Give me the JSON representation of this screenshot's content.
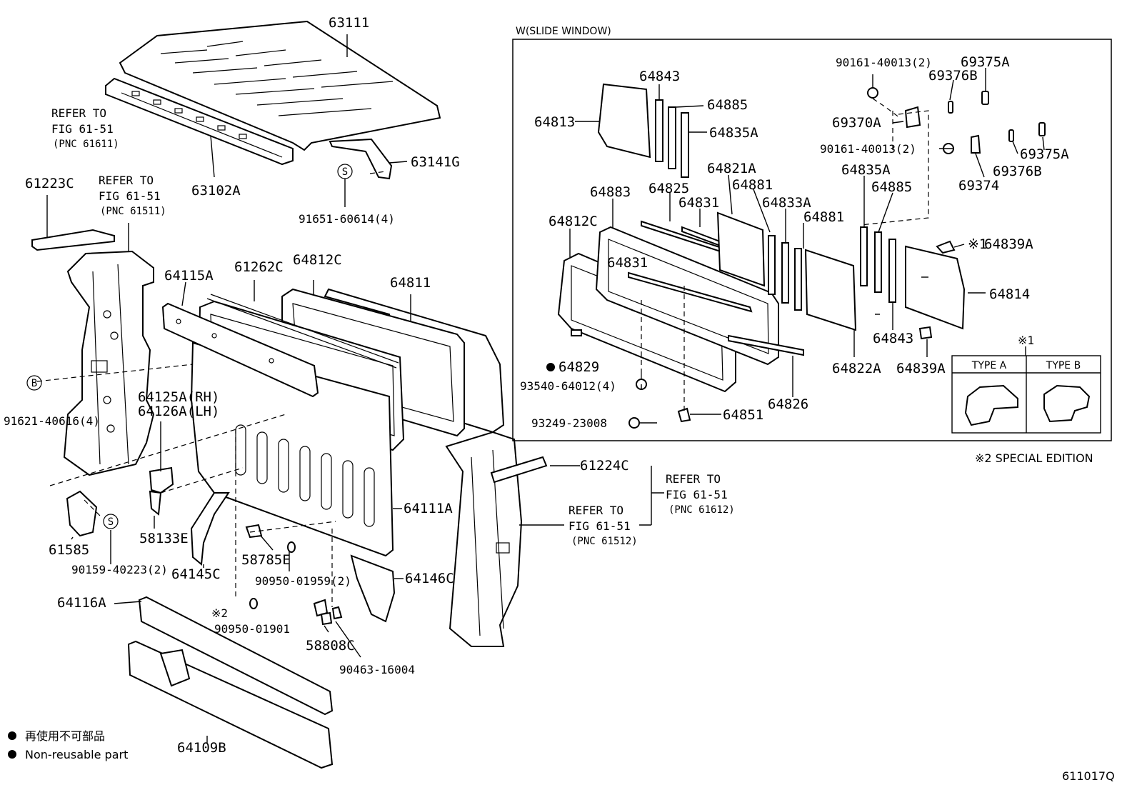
{
  "slide_window": {
    "title": "W(SLIDE WINDOW)",
    "note_special": "※2 SPECIAL EDITION",
    "type_marker": "※1",
    "type_a": "TYPE A",
    "type_b": "TYPE B"
  },
  "labels": {
    "p63111": "63111",
    "p63102A": "63102A",
    "p63141G": "63141G",
    "p91651": "91651-60614(4)",
    "p61223C": "61223C",
    "p64115A": "64115A",
    "p61262C": "61262C",
    "p64812C_a": "64812C",
    "p64811": "64811",
    "p91621": "91621-40616(4)",
    "p64125A": "64125A(RH)",
    "p64126A": "64126A(LH)",
    "p61585": "61585",
    "p90159": "90159-40223(2)",
    "p58133E": "58133E",
    "p64145C": "64145C",
    "p58785E": "58785E",
    "p90950_a": "90950-01959(2)",
    "p64111A": "64111A",
    "p64146C": "64146C",
    "p64116A": "64116A",
    "p90950_b": "90950-01901",
    "p58808C": "58808C",
    "p90463": "90463-16004",
    "p64109B": "64109B",
    "p61224C": "61224C",
    "p64843_a": "64843",
    "p64885_a": "64885",
    "p64813": "64813",
    "p64835A_a": "64835A",
    "p64821A": "64821A",
    "p64881_a": "64881",
    "p64883": "64883",
    "p64825": "64825",
    "p64831_a": "64831",
    "p64833A": "64833A",
    "p64881_b": "64881",
    "p64812C_b": "64812C",
    "p64831_b": "64831",
    "p64835A_b": "64835A",
    "p64885_b": "64885",
    "p90161_a": "90161-40013(2)",
    "p69375A_a": "69375A",
    "p69376B_a": "69376B",
    "p69370A": "69370A",
    "p90161_b": "90161-40013(2)",
    "p69375A_b": "69375A",
    "p69376B_b": "69376B",
    "p69374": "69374",
    "p64839A_a": "64839A",
    "p64814": "64814",
    "p64843_b": "64843",
    "p64839A_b": "64839A",
    "p64822A": "64822A",
    "p64829": "64829",
    "p93540": "93540-64012(4)",
    "p64826": "64826",
    "p93249": "93249-23008",
    "p64851": "64851",
    "mark2": "※2",
    "mark1": "※1",
    "s_mark": "S",
    "b_mark": "B"
  },
  "references": {
    "r61611_l1": "REFER TO",
    "r61611_l2": "FIG 61-51",
    "r61611_l3": "(PNC 61611)",
    "r61511_l1": "REFER TO",
    "r61511_l2": "FIG 61-51",
    "r61511_l3": "(PNC 61511)",
    "r61612_l1": "REFER TO",
    "r61612_l2": "FIG 61-51",
    "r61612_l3": "(PNC 61612)",
    "r61512_l1": "REFER TO",
    "r61512_l2": "FIG 61-51",
    "r61512_l3": "(PNC 61512)"
  },
  "legend": {
    "jp": "再使用不可部品",
    "en": "Non-reusable part"
  },
  "figure_id": "611017Q"
}
